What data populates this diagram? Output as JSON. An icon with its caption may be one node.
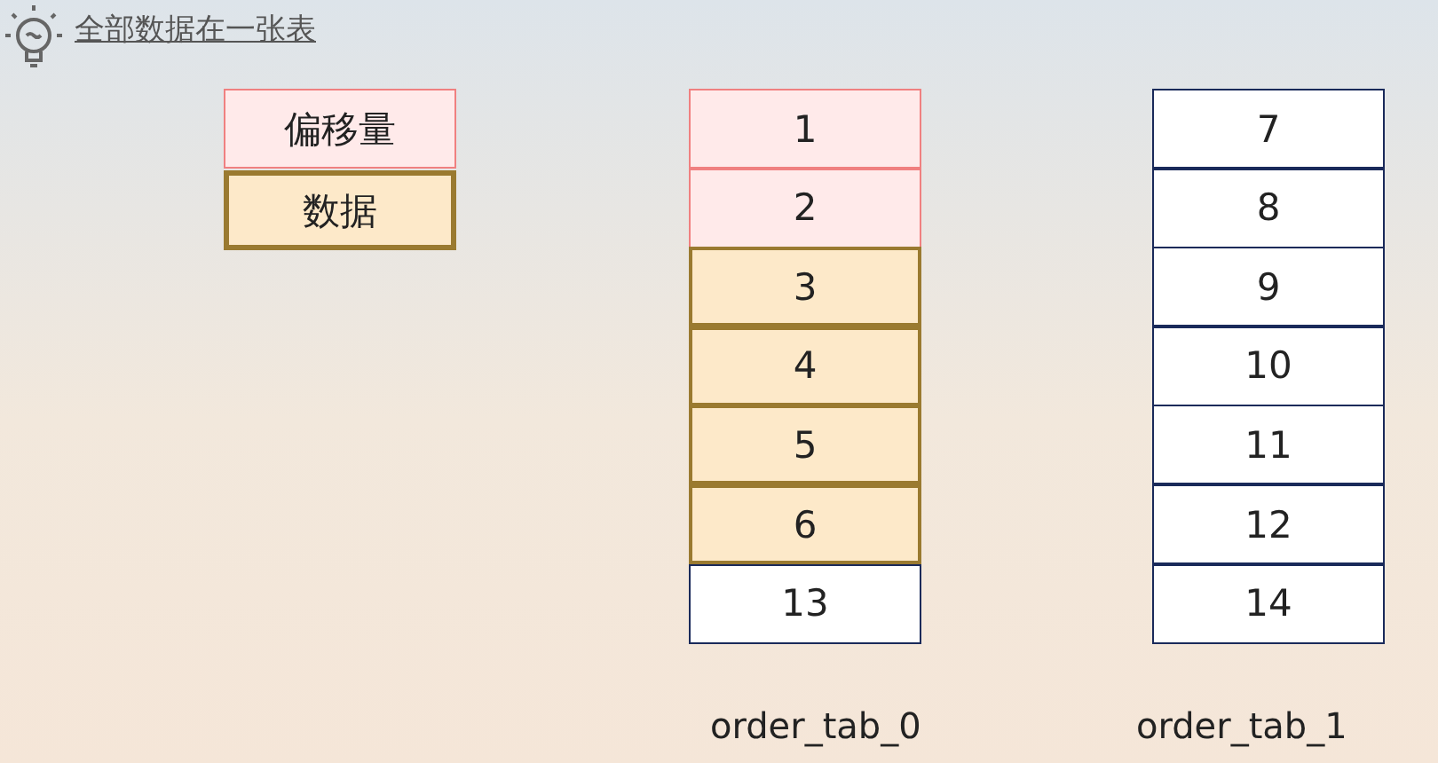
{
  "diagram": {
    "title": "全部数据在一张表",
    "nodes": [
      {
        "text": [
          "1"
        ]
      },
      {
        "text": [
          "2"
        ]
      },
      {
        "text": [
          "3"
        ]
      },
      {
        "text": [
          "4"
        ]
      },
      {
        "text": [
          "5"
        ]
      },
      {
        "text": [
          "6"
        ]
      },
      {
        "text": [
          "13"
        ]
      },
      {
        "text": [
          "7"
        ]
      },
      {
        "text": [
          "8"
        ]
      },
      {
        "text": [
          "9"
        ]
      },
      {
        "text": [
          "10"
        ]
      },
      {
        "text": [
          "11"
        ]
      },
      {
        "text": [
          "12"
        ]
      },
      {
        "text": [
          "14"
        ]
      }
    ],
    "edges": [],
    "labels": [
      "order_tab_0",
      "order_tab_1"
    ],
    "legend": [
      {
        "text": "偏移量",
        "color": "#ffeaea"
      },
      {
        "text": "数据",
        "color": "#fde9c9"
      }
    ]
  }
}
